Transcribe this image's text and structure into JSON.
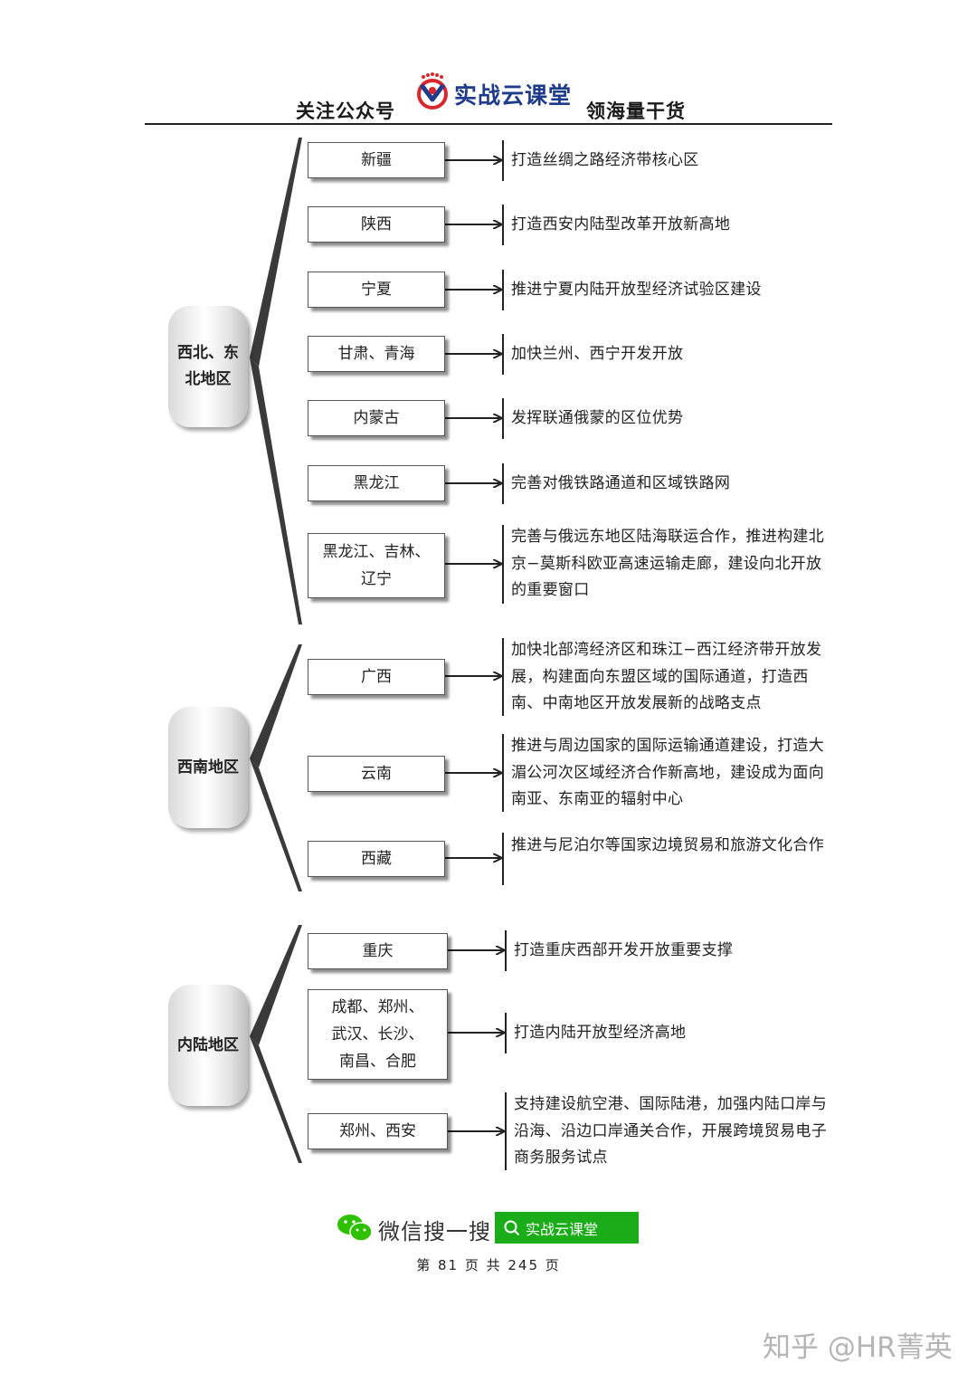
{
  "header": {
    "left_text": "关注公众号",
    "right_text": "领海量干货",
    "logo_text": "实战云课堂"
  },
  "regions": [
    {
      "label": "西北、东\n北地区",
      "items": [
        {
          "province": "新疆",
          "desc": "打造丝绸之路经济带核心区"
        },
        {
          "province": "陕西",
          "desc": "打造西安内陆型改革开放新高地"
        },
        {
          "province": "宁夏",
          "desc": "推进宁夏内陆开放型经济试验区建设"
        },
        {
          "province": "甘肃、青海",
          "desc": "加快兰州、西宁开发开放"
        },
        {
          "province": "内蒙古",
          "desc": "发挥联通俄蒙的区位优势"
        },
        {
          "province": "黑龙江",
          "desc": "完善对俄铁路通道和区域铁路网"
        },
        {
          "province": "黑龙江、吉林、\n辽宁",
          "desc": "完善与俄远东地区陆海联运合作，推进构建北京−莫斯科欧亚高速运输走廊，建设向北开放的重要窗口"
        }
      ]
    },
    {
      "label": "西南地区",
      "items": [
        {
          "province": "广西",
          "desc": "加快北部湾经济区和珠江−西江经济带开放发展，构建面向东盟区域的国际通道，打造西南、中南地区开放发展新的战略支点"
        },
        {
          "province": "云南",
          "desc": "推进与周边国家的国际运输通道建设，打造大湄公河次区域经济合作新高地，建设成为面向南亚、东南亚的辐射中心"
        },
        {
          "province": "西藏",
          "desc": "推进与尼泊尔等国家边境贸易和旅游文化合作"
        }
      ]
    },
    {
      "label": "内陆地区",
      "items": [
        {
          "province": "重庆",
          "desc": "打造重庆西部开发开放重要支撑"
        },
        {
          "province": "成都、郑州、\n武汉、长沙、\n南昌、合肥",
          "desc": "打造内陆开放型经济高地"
        },
        {
          "province": "郑州、西安",
          "desc": "支持建设航空港、国际陆港，加强内陆口岸与沿海、沿边口岸通关合作，开展跨境贸易电子商务服务试点"
        }
      ]
    }
  ],
  "footer": {
    "wechat_search": "微信搜一搜",
    "search_button": "实战云课堂",
    "page_number": "第 81 页 共 245 页",
    "watermark": "知乎 @HR菁英"
  },
  "colors": {
    "logo_blue": "#1f3c8c",
    "logo_red": "#d9262c",
    "wechat_green": "#1aad19"
  }
}
